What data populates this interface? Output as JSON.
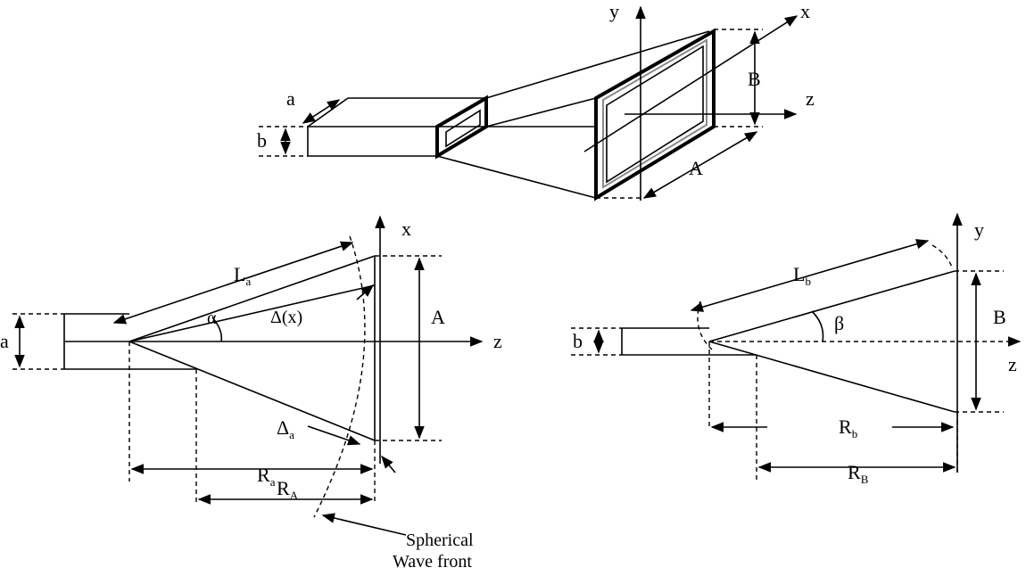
{
  "top_view": {
    "axis_y": "y",
    "axis_x": "x",
    "axis_z": "z",
    "dim_a": "a",
    "dim_b": "b",
    "dim_A": "A",
    "dim_B": "B"
  },
  "e_plane": {
    "axis_x": "x",
    "axis_z": "z",
    "dim_a": "a",
    "dim_A": "A",
    "L_main": "L",
    "L_sub": "a",
    "angle": "α",
    "delta_x": "Δ(x)",
    "delta_main": "Δ",
    "delta_sub": "a",
    "R_main": "R",
    "R_sub": "a",
    "RA_main": "R",
    "RA_sub": "A",
    "wavefront_line1": "Spherical",
    "wavefront_line2": "Wave front"
  },
  "h_plane": {
    "axis_y": "y",
    "axis_z": "z",
    "dim_b": "b",
    "dim_B": "B",
    "L_main": "L",
    "L_sub": "b",
    "angle": "β",
    "R_main": "R",
    "R_sub": "b",
    "RB_main": "R",
    "RB_sub": "B"
  }
}
